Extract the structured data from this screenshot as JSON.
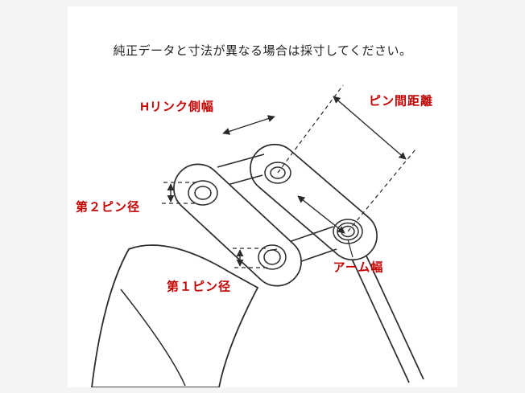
{
  "title": "純正データと寸法が異なる場合は採寸してください。",
  "labels": {
    "h_link_side_width": "Hリンク側幅",
    "pin_to_pin_distance": "ピン間距離",
    "pin2_diameter": "第２ピン径",
    "arm_width": "アーム幅",
    "pin1_diameter": "第１ピン径"
  },
  "colors": {
    "label_red": "#c40000",
    "line_black": "#2b2b2b",
    "background": "#f4f4f4",
    "card": "#ffffff"
  }
}
